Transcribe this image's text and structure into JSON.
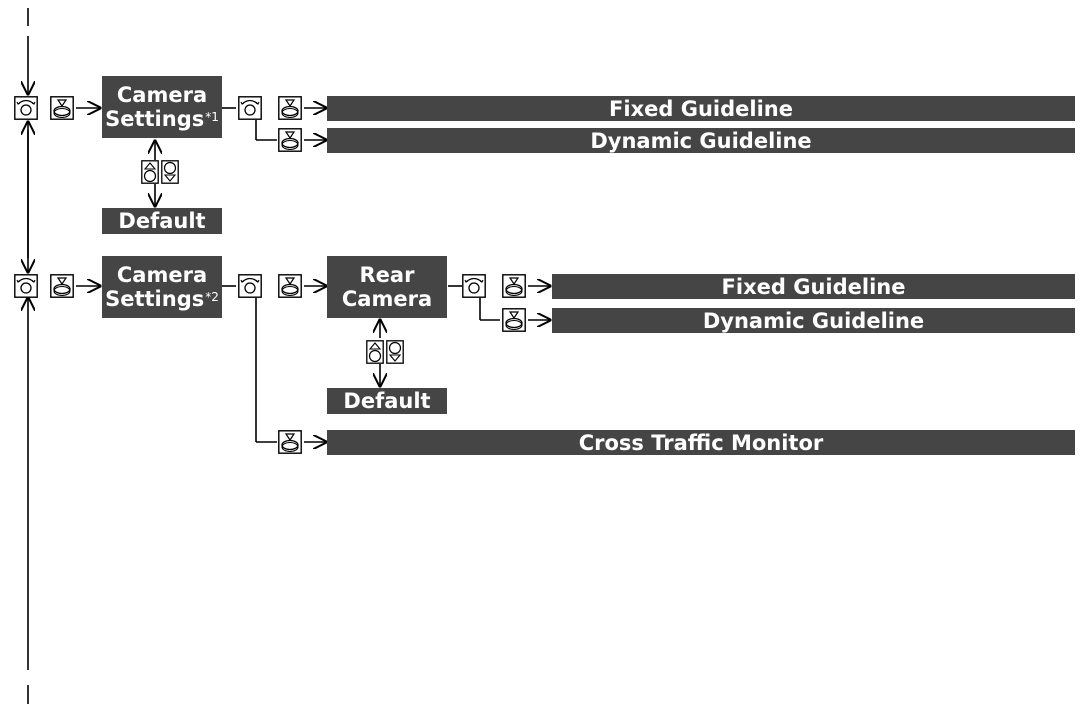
{
  "menu1": {
    "camera_settings": "Camera",
    "camera_settings_line2": "Settings",
    "camera_settings_note": "*1",
    "fixed_guideline": "Fixed Guideline",
    "dynamic_guideline": "Dynamic Guideline",
    "default": "Default"
  },
  "menu2": {
    "camera_settings": "Camera",
    "camera_settings_line2": "Settings",
    "camera_settings_note": "*2",
    "rear_camera": "Rear",
    "rear_camera_line2": "Camera",
    "fixed_guideline": "Fixed Guideline",
    "dynamic_guideline": "Dynamic Guideline",
    "default": "Default",
    "cross_traffic_monitor": "Cross Traffic Monitor"
  },
  "icons": {
    "rotate": "rotate-knob-icon",
    "press": "press-knob-icon",
    "up": "scroll-up-icon",
    "down": "scroll-down-icon"
  }
}
